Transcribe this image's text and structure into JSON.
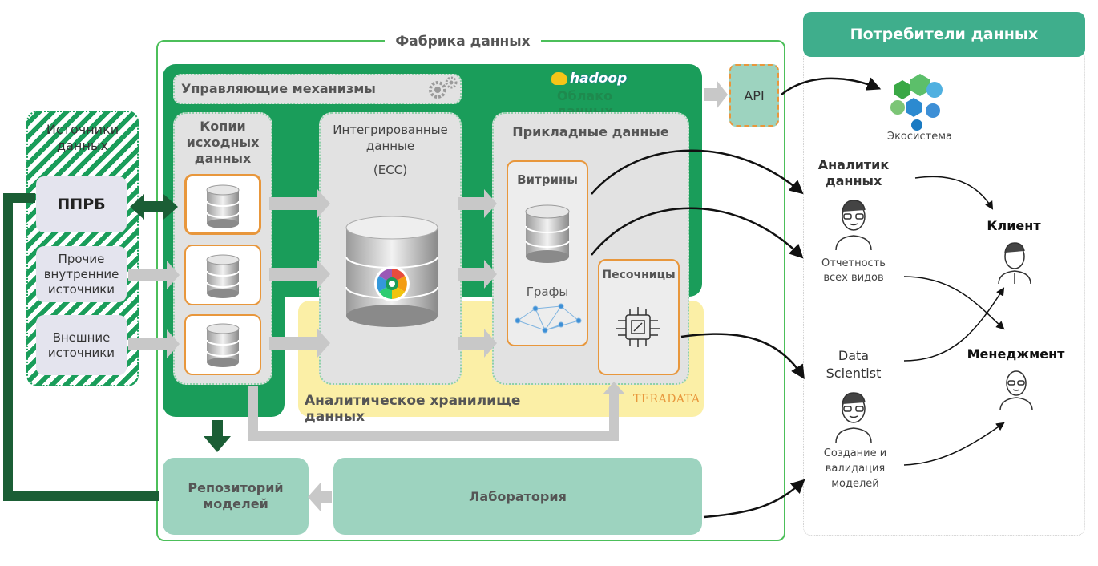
{
  "factory": {
    "title": "Фабрика данных"
  },
  "consumers": {
    "title": "Потребители данных"
  },
  "sources": {
    "title": "Источники данных",
    "items": [
      "ППРБ",
      "Прочие внутренние источники",
      "Внешние источники"
    ]
  },
  "control": {
    "title": "Управляющие механизмы"
  },
  "hadoop": {
    "logo": "hadoop",
    "cloud": "Облако данных"
  },
  "copies": {
    "title": "Копии исходных данных"
  },
  "integrated": {
    "title": "Интегрированные данные",
    "subtitle": "(ЕСС)"
  },
  "applied": {
    "title": "Прикладные данные",
    "showcases": "Витрины",
    "graphs": "Графы",
    "sandboxes": "Песочницы"
  },
  "warehouse": {
    "title": "Аналитическое хранилище данных",
    "logo": "TERADATA"
  },
  "repository": {
    "title": "Репозиторий моделей"
  },
  "lab": {
    "title": "Лаборатория"
  },
  "api": {
    "label": "API"
  },
  "ecosystem": {
    "label": "Экосистема"
  },
  "analyst": {
    "title": "Аналитик данных",
    "caption": "Отчетность всех видов"
  },
  "scientist": {
    "title": "Data Scientist",
    "caption": "Создание и валидация моделей"
  },
  "client": {
    "title": "Клиент"
  },
  "management": {
    "title": "Менеджмент"
  },
  "colors": {
    "dark_green": "#1a9d5a",
    "teal": "#9dd3bf",
    "yellow": "#fbefa6",
    "orange": "#e8973c",
    "grey": "#e2e2e2"
  }
}
